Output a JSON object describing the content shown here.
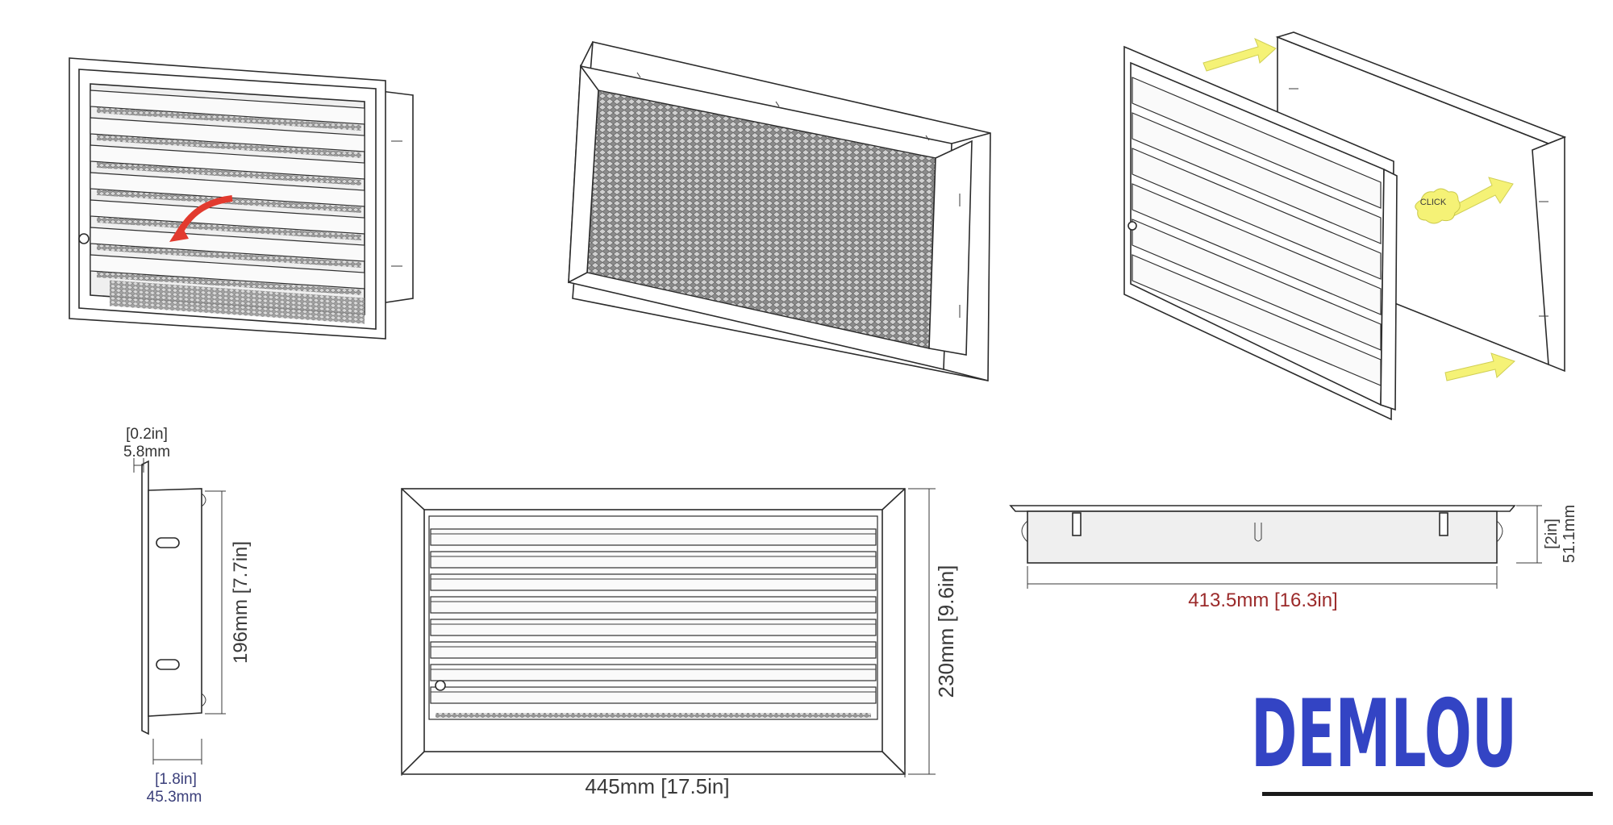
{
  "diagram": {
    "callouts": {
      "click_label": "CLICK"
    },
    "side_view": {
      "top_inch": "[0.2in]",
      "top_mm": "5.8mm",
      "height_label": "196mm [7.7in]",
      "bottom_inch": "[1.8in]",
      "bottom_mm": "45.3mm"
    },
    "front_view": {
      "height_label": "230mm [9.6in]",
      "width_label": "445mm [17.5in]"
    },
    "top_view": {
      "width_label": "413.5mm [16.3in]",
      "depth_inch": "[2in]",
      "depth_mm": "51.1mm"
    }
  },
  "brand": {
    "name": "DEMLOU",
    "color": "#3344c4"
  },
  "colors": {
    "arrow_red": "#e23a2e",
    "arrow_yellow": "#f5f276",
    "dim_red": "#9b2a2a",
    "dim_blue": "#3b3f7a"
  }
}
